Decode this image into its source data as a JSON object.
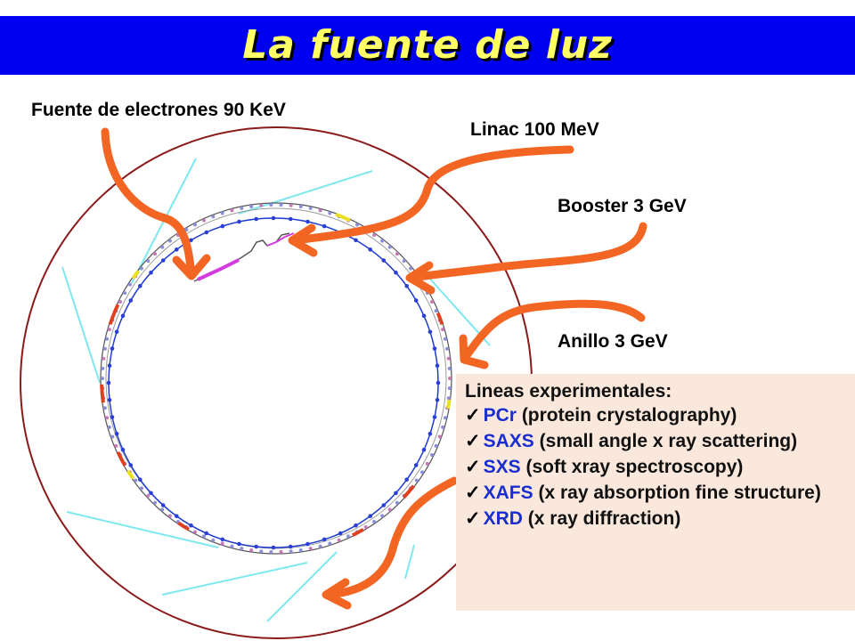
{
  "title": "La fuente de luz",
  "labels": {
    "electron_source": "Fuente de electrones 90 KeV",
    "linac": "Linac 100 MeV",
    "booster": "Booster 3 GeV",
    "ring": "Anillo 3 GeV"
  },
  "beamlines": {
    "heading": "Lineas experimentales:",
    "items": [
      {
        "abbr": "PCr",
        "desc": "(protein crystalography)"
      },
      {
        "abbr": "SAXS",
        "desc": "(small angle x ray scattering)"
      },
      {
        "abbr": "SXS",
        "desc": "(soft xray spectroscopy)"
      },
      {
        "abbr": "XAFS",
        "desc": "(x ray absorption fine structure)"
      },
      {
        "abbr": "XRD",
        "desc": "(x ray diffraction)"
      }
    ]
  },
  "colors": {
    "title_bar": "#0000f0",
    "title_text": "#ffff66",
    "arrow": "#f26522",
    "outer_wall": "#8b1a1a",
    "beamline": "#7ee8f0",
    "magnet": "#2b3fd6",
    "panel_bg": "#fbe8dc",
    "abbr_text": "#1a2ed0"
  },
  "icons": [
    "checkmark-icon",
    "arrow-icon"
  ]
}
